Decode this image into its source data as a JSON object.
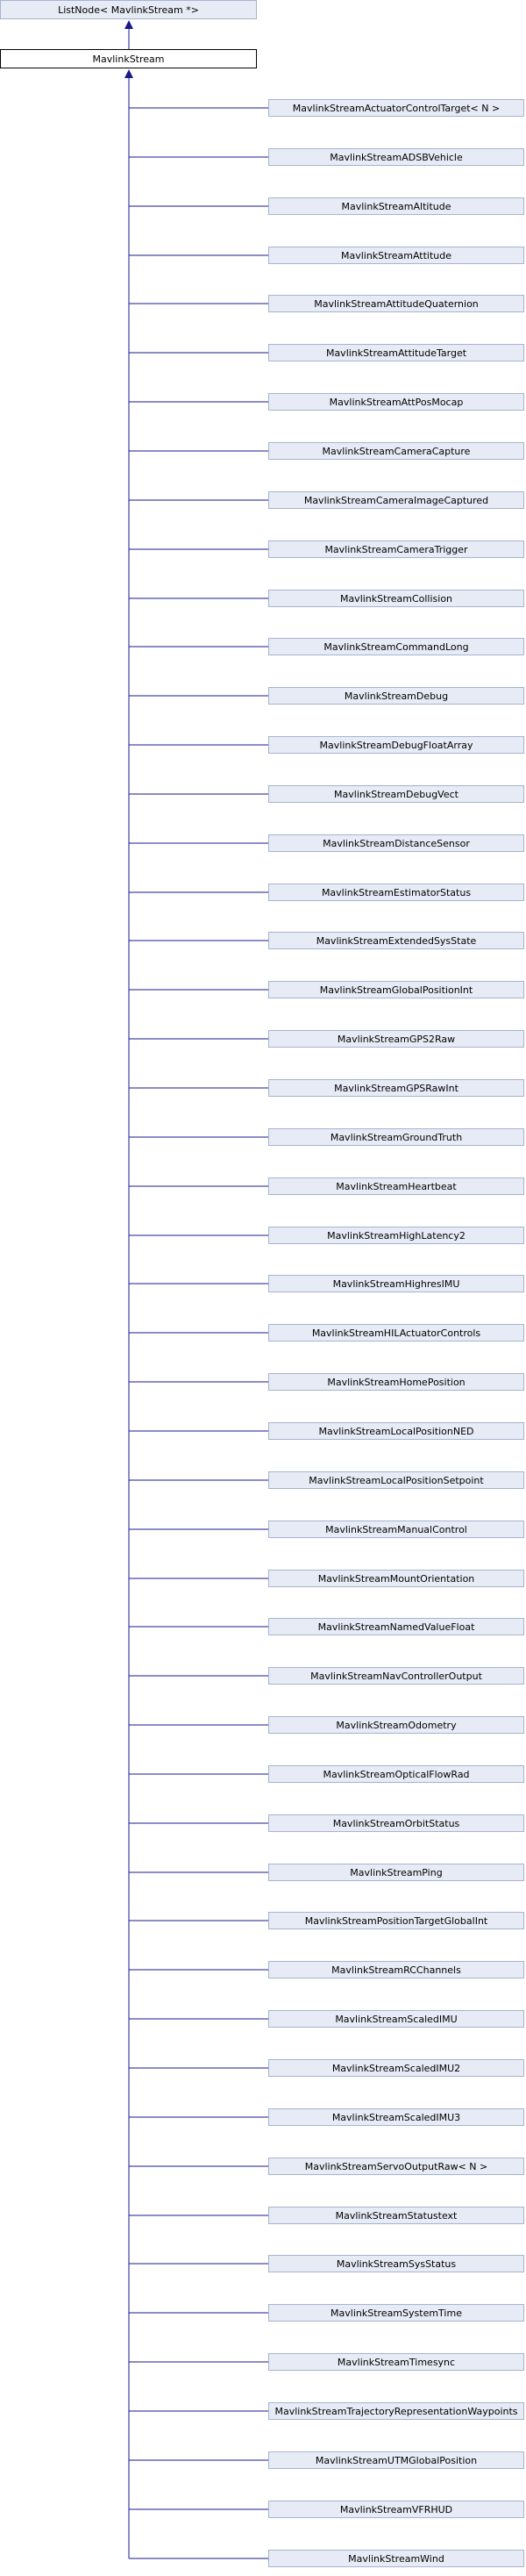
{
  "colors": {
    "edge": "#19198c",
    "base_fill": "#e6ebf5",
    "base_border": "#a6b4cf",
    "current_fill": "#ffffff",
    "current_border": "#000000"
  },
  "diagram": {
    "base_class": "ListNode< MavlinkStream *>",
    "current_class": "MavlinkStream",
    "derived_classes": [
      "MavlinkStreamActuatorControlTarget< N >",
      "MavlinkStreamADSBVehicle",
      "MavlinkStreamAltitude",
      "MavlinkStreamAttitude",
      "MavlinkStreamAttitudeQuaternion",
      "MavlinkStreamAttitudeTarget",
      "MavlinkStreamAttPosMocap",
      "MavlinkStreamCameraCapture",
      "MavlinkStreamCameraImageCaptured",
      "MavlinkStreamCameraTrigger",
      "MavlinkStreamCollision",
      "MavlinkStreamCommandLong",
      "MavlinkStreamDebug",
      "MavlinkStreamDebugFloatArray",
      "MavlinkStreamDebugVect",
      "MavlinkStreamDistanceSensor",
      "MavlinkStreamEstimatorStatus",
      "MavlinkStreamExtendedSysState",
      "MavlinkStreamGlobalPositionInt",
      "MavlinkStreamGPS2Raw",
      "MavlinkStreamGPSRawInt",
      "MavlinkStreamGroundTruth",
      "MavlinkStreamHeartbeat",
      "MavlinkStreamHighLatency2",
      "MavlinkStreamHighresIMU",
      "MavlinkStreamHILActuatorControls",
      "MavlinkStreamHomePosition",
      "MavlinkStreamLocalPositionNED",
      "MavlinkStreamLocalPositionSetpoint",
      "MavlinkStreamManualControl",
      "MavlinkStreamMountOrientation",
      "MavlinkStreamNamedValueFloat",
      "MavlinkStreamNavControllerOutput",
      "MavlinkStreamOdometry",
      "MavlinkStreamOpticalFlowRad",
      "MavlinkStreamOrbitStatus",
      "MavlinkStreamPing",
      "MavlinkStreamPositionTargetGlobalInt",
      "MavlinkStreamRCChannels",
      "MavlinkStreamScaledIMU",
      "MavlinkStreamScaledIMU2",
      "MavlinkStreamScaledIMU3",
      "MavlinkStreamServoOutputRaw< N >",
      "MavlinkStreamStatustext",
      "MavlinkStreamSysStatus",
      "MavlinkStreamSystemTime",
      "MavlinkStreamTimesync",
      "MavlinkStreamTrajectoryRepresentationWaypoints",
      "MavlinkStreamUTMGlobalPosition",
      "MavlinkStreamVFRHUD",
      "MavlinkStreamWind"
    ]
  }
}
